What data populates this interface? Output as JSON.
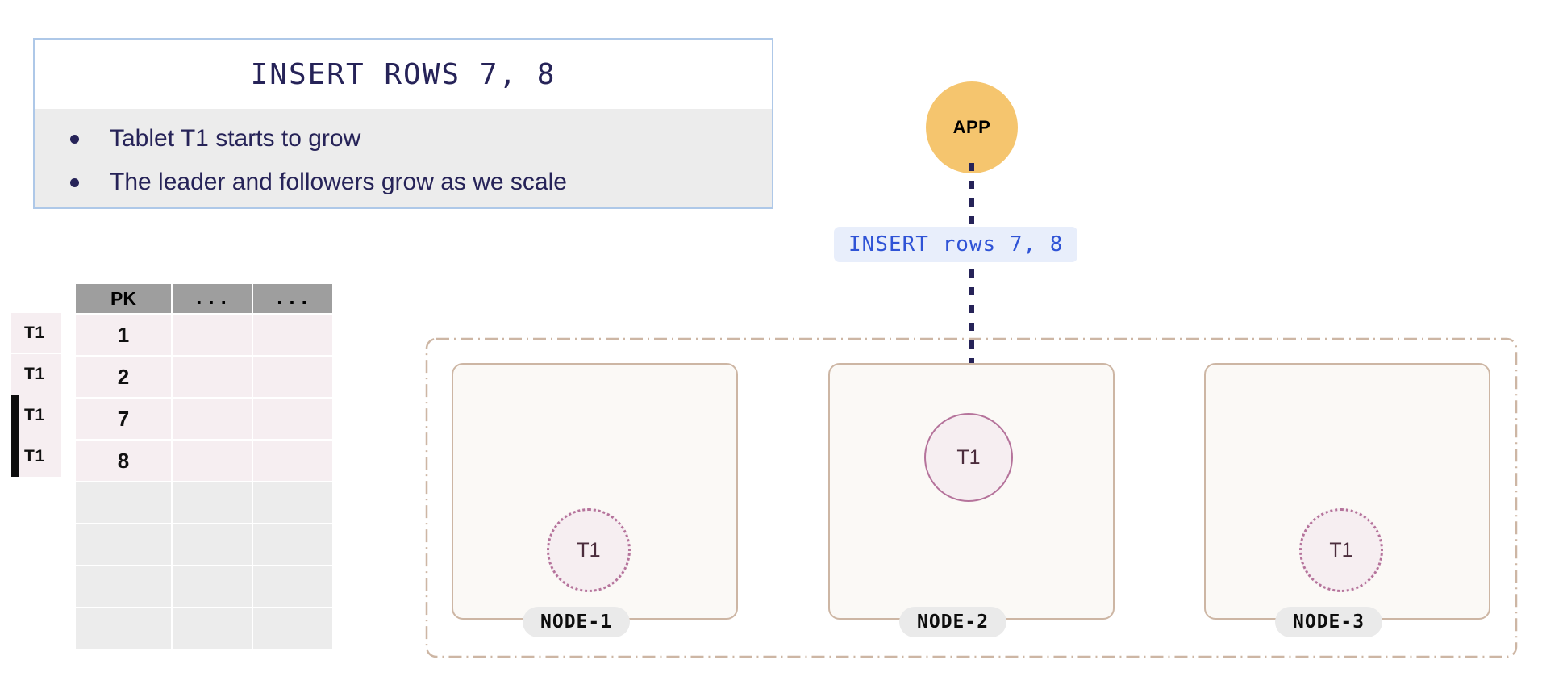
{
  "callout": {
    "title": "INSERT ROWS 7, 8",
    "bullets": [
      "Tablet T1 starts to grow",
      "The leader and followers grow as we scale"
    ],
    "border_color": "#aec8e8",
    "body_bg": "#ececec",
    "text_color": "#262358"
  },
  "table": {
    "headers": [
      "PK",
      "...",
      "..."
    ],
    "header_bg": "#9e9e9e",
    "data_row_bg": "#f6eef1",
    "empty_row_bg": "#ececec",
    "rows": [
      {
        "tag": "T1",
        "pk": "1",
        "col2": "",
        "col3": "",
        "marked": false
      },
      {
        "tag": "T1",
        "pk": "2",
        "col2": "",
        "col3": "",
        "marked": false
      },
      {
        "tag": "T1",
        "pk": "7",
        "col2": "",
        "col3": "",
        "marked": true
      },
      {
        "tag": "T1",
        "pk": "8",
        "col2": "",
        "col3": "",
        "marked": true
      }
    ],
    "empty_row_count": 4,
    "marker_color": "#0d0d0d"
  },
  "app": {
    "label": "APP",
    "color": "#f5c56e"
  },
  "request": {
    "text": "INSERT rows 7, 8",
    "pill_bg": "#e8eefb",
    "text_color": "#2f53d6",
    "arrow_color": "#262358"
  },
  "cluster": {
    "border_color": "#cdb6a4",
    "nodes": [
      {
        "label": "NODE-1",
        "tablet": "T1",
        "role": "follower"
      },
      {
        "label": "NODE-2",
        "tablet": "T1",
        "role": "leader"
      },
      {
        "label": "NODE-3",
        "tablet": "T1",
        "role": "follower"
      }
    ],
    "node_bg": "#fbf9f6",
    "tablet_fill": "#f6eef1",
    "tablet_stroke": "#b5739b"
  }
}
